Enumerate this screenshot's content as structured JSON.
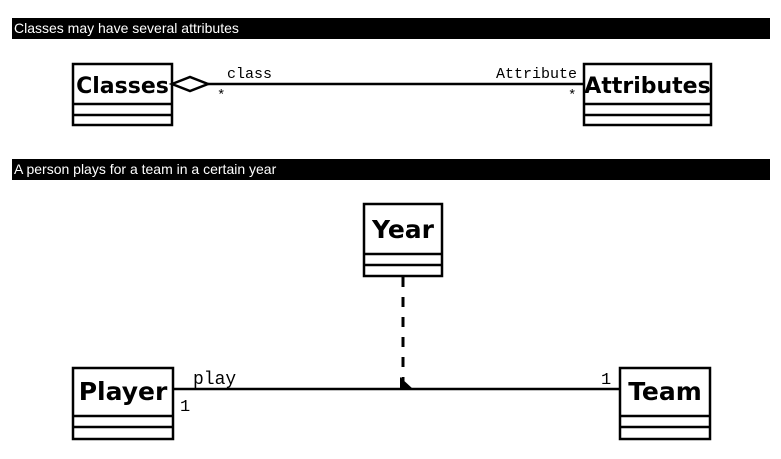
{
  "section1": {
    "caption": "Classes may have several attributes",
    "left_class": "Classes",
    "right_class": "Attributes",
    "left_role": "class",
    "right_role": "Attribute",
    "left_multiplicity": "*",
    "right_multiplicity": "*"
  },
  "section2": {
    "caption": "A person plays for a team in a certain year",
    "assoc_class": "Year",
    "left_class": "Player",
    "right_class": "Team",
    "assoc_name": "play",
    "left_multiplicity": "1",
    "right_multiplicity": "1"
  },
  "colors": {
    "caption_bg": "#000000",
    "caption_fg": "#ffffff",
    "ink": "#000000"
  }
}
